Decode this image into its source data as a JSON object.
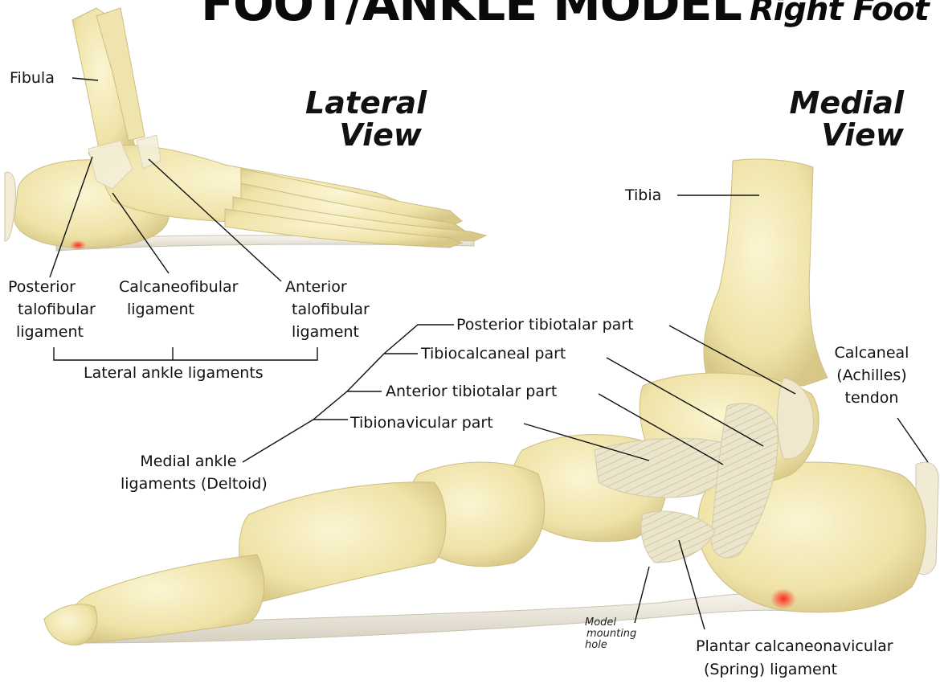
{
  "title": {
    "main": "FOOT/ANKLE MODEL",
    "sub": "Right Foot"
  },
  "views": {
    "lateral": [
      "Lateral",
      "View"
    ],
    "medial": [
      "Medial",
      "View"
    ]
  },
  "lateral_labels": {
    "fibula": "Fibula",
    "posterior_talofibular": [
      "Posterior",
      "talofibular",
      "ligament"
    ],
    "calcaneofibular": [
      "Calcaneofibular",
      "ligament"
    ],
    "anterior_talofibular": [
      "Anterior",
      "talofibular",
      "ligament"
    ],
    "group": "Lateral ankle ligaments"
  },
  "medial_labels": {
    "tibia": "Tibia",
    "posterior_tibiotalar": "Posterior tibiotalar part",
    "tibiocalcaneal": "Tibiocalcaneal part",
    "anterior_tibiotalar": "Anterior tibiotalar part",
    "tibionavicular": "Tibionavicular part",
    "group": [
      "Medial ankle",
      "ligaments (Deltoid)"
    ],
    "calcaneal_tendon": [
      "Calcaneal",
      "(Achilles)",
      "tendon"
    ],
    "spring_ligament": [
      "Plantar calcaneonavicular",
      "(Spring) ligament"
    ],
    "mounting_hole": [
      "Model",
      "mounting",
      "hole"
    ]
  },
  "colors": {
    "bone": "#f3e9b3",
    "bone_shadow": "#d9c98a",
    "ligament": "#ece6cf",
    "plantar_band": "#eee9dc",
    "red_marker": "#ff3a30",
    "leader_lines": "#111111"
  }
}
